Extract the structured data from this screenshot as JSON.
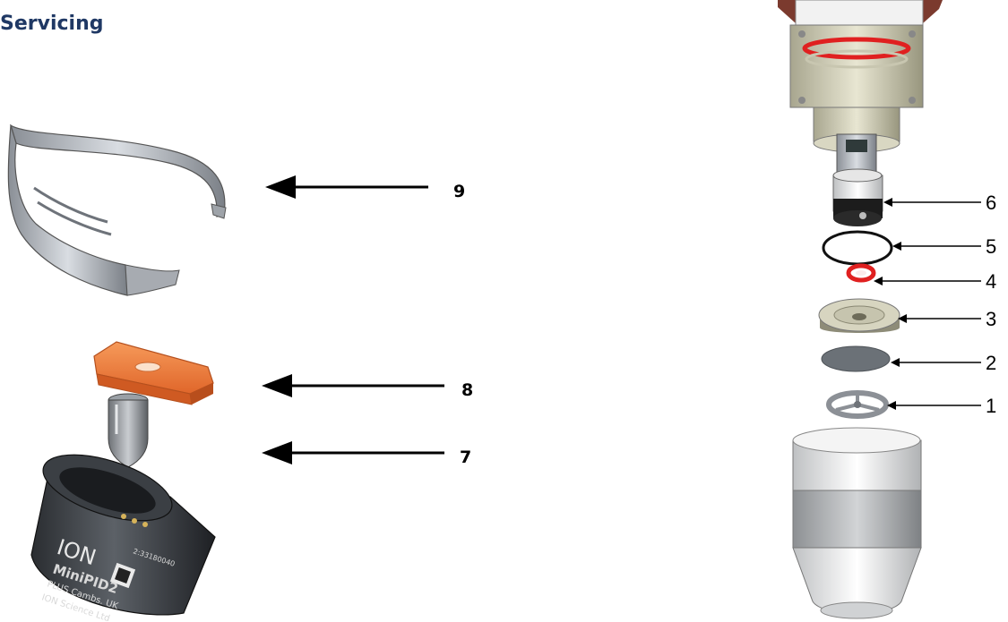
{
  "heading": "Servicing",
  "left_callouts": [
    {
      "label": "9",
      "part": "clip"
    },
    {
      "label": "8",
      "part": "orange-cap"
    },
    {
      "label": "7",
      "part": "lamp"
    }
  ],
  "right_callouts": [
    {
      "label": "6",
      "part": "electrode-stack"
    },
    {
      "label": "5",
      "part": "o-ring-large"
    },
    {
      "label": "4",
      "part": "o-ring-small"
    },
    {
      "label": "3",
      "part": "filter-holder"
    },
    {
      "label": "2",
      "part": "filter-disc"
    },
    {
      "label": "1",
      "part": "spider"
    }
  ],
  "sensor_print": {
    "logo": "ION",
    "model": "MiniPID2",
    "origin": "PLUS Cambs. UK",
    "maker": "ION Science Ltd",
    "serial": "2:33180040"
  },
  "colors": {
    "heading": "#1f3864",
    "orange_cap": "#f07c3c",
    "o_ring_red": "#e02020",
    "filter_grey": "#6b7177"
  }
}
